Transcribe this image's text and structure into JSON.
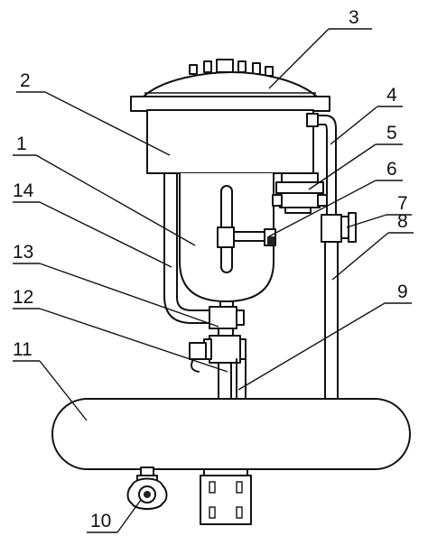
{
  "labels": {
    "l1": "1",
    "l2": "2",
    "l3": "3",
    "l4": "4",
    "l5": "5",
    "l6": "6",
    "l7": "7",
    "l8": "8",
    "l9": "9",
    "l10": "10",
    "l11": "11",
    "l12": "12",
    "l13": "13",
    "l14": "14"
  },
  "colors": {
    "stroke": "#111111",
    "background": "#ffffff"
  }
}
